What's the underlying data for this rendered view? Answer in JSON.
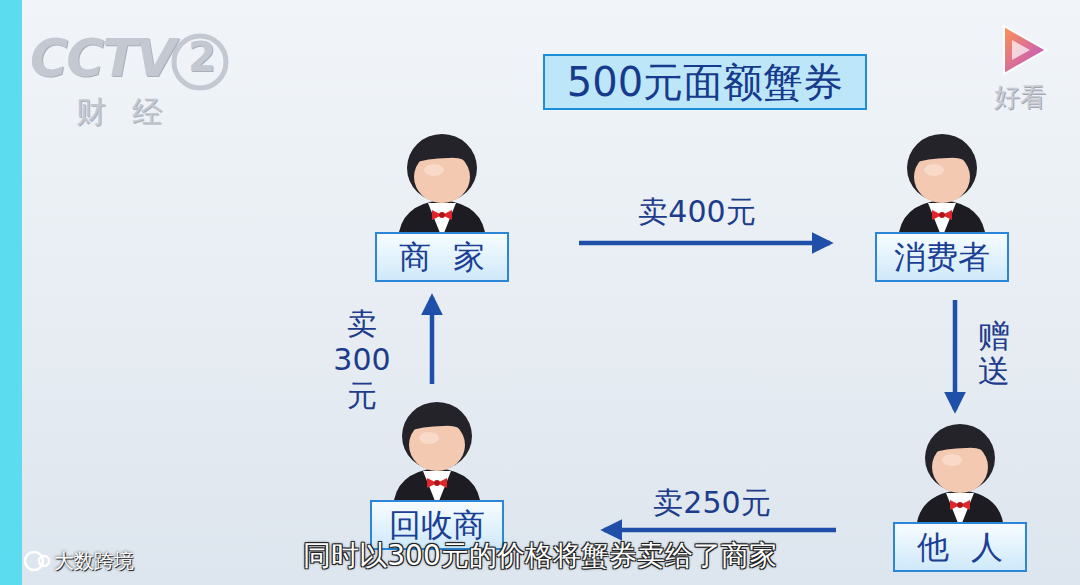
{
  "diagram": {
    "title": "500元面额蟹券",
    "caption": "同时以300元的价格将蟹券卖给了商家",
    "nodes": [
      {
        "text": [
          "商 家"
        ]
      },
      {
        "text": [
          "消费者"
        ]
      },
      {
        "text": [
          "他 人"
        ]
      },
      {
        "text": [
          "回收商"
        ]
      }
    ],
    "edges": [
      {
        "from": 0,
        "to": 1,
        "arrow": "to",
        "label": "卖400元"
      },
      {
        "from": 1,
        "to": 2,
        "arrow": "to",
        "label": "赠送"
      },
      {
        "from": 2,
        "to": 3,
        "arrow": "to",
        "label": "卖250元"
      },
      {
        "from": 3,
        "to": 0,
        "arrow": "to",
        "label": "卖 300元"
      }
    ],
    "labels": [
      "CCTV",
      "2",
      "财经",
      "好看",
      "大数跨境"
    ]
  }
}
